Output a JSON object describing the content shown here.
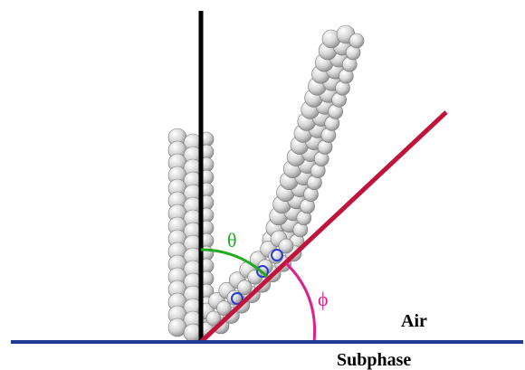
{
  "labels": {
    "air": "Air",
    "subphase": "Subphase",
    "theta": "θ",
    "phi": "ϕ"
  },
  "colors": {
    "background": "#ffffff",
    "interface_line": "#1f3a93",
    "surface_normal": "#000000",
    "tilt_axis": "#c0143c",
    "theta_arc": "#22aa22",
    "phi_arc": "#e0208a",
    "atom_fill": "#d8d8d8",
    "atom_edge": "#7a7a7a",
    "ring_accent": "#2a3fd0"
  },
  "molecule": {
    "description_icon": "amphiphile-space-filling-model",
    "chains": [
      "upright-alkyl-chain",
      "tilted-alkyl-chain"
    ],
    "core": "aromatic-headgroup"
  }
}
